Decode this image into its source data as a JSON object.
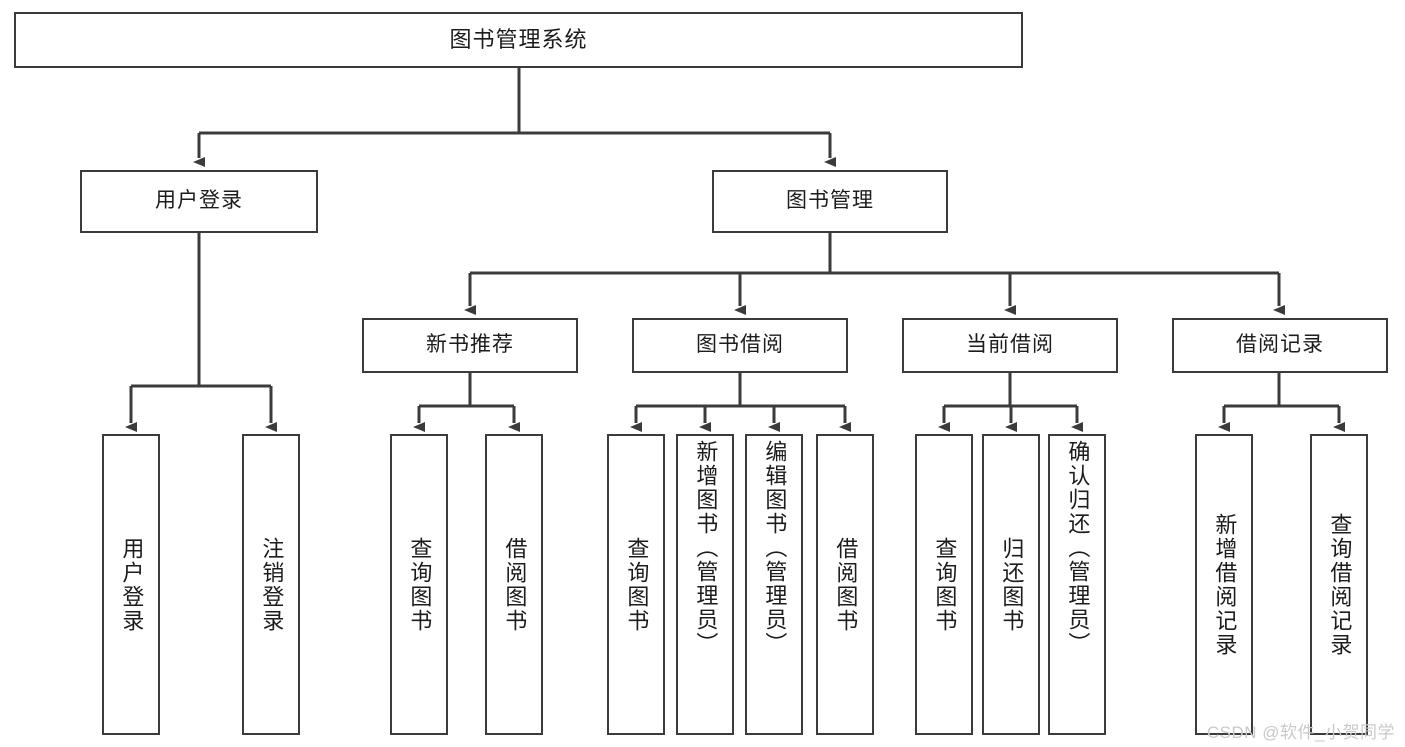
{
  "diagram": {
    "type": "hierarchy-tree",
    "title": "图书管理系统",
    "watermark": "CSDN @软件_小贺同学",
    "root": {
      "label": "图书管理系统"
    },
    "level1": [
      {
        "label": "用户登录"
      },
      {
        "label": "图书管理"
      }
    ],
    "level2": [
      {
        "label": "新书推荐"
      },
      {
        "label": "图书借阅"
      },
      {
        "label": "当前借阅"
      },
      {
        "label": "借阅记录"
      }
    ],
    "leaves": {
      "user_login": [
        {
          "label": "用户登录"
        },
        {
          "label": "注销登录"
        }
      ],
      "new_book_recommend": [
        {
          "label": "查询图书"
        },
        {
          "label": "借阅图书"
        }
      ],
      "book_borrow": [
        {
          "label": "查询图书"
        },
        {
          "label": "新增图书（管理员）"
        },
        {
          "label": "编辑图书（管理员）"
        },
        {
          "label": "借阅图书"
        }
      ],
      "current_borrow": [
        {
          "label": "查询图书"
        },
        {
          "label": "归还图书"
        },
        {
          "label": "确认归还（管理员）"
        }
      ],
      "borrow_record": [
        {
          "label": "新增借阅记录"
        },
        {
          "label": "查询借阅记录"
        }
      ]
    },
    "colors": {
      "stroke": "#3b3b3b",
      "fill": "#ffffff",
      "text": "#1c1c1c",
      "watermark": "#c9c9c9"
    }
  }
}
